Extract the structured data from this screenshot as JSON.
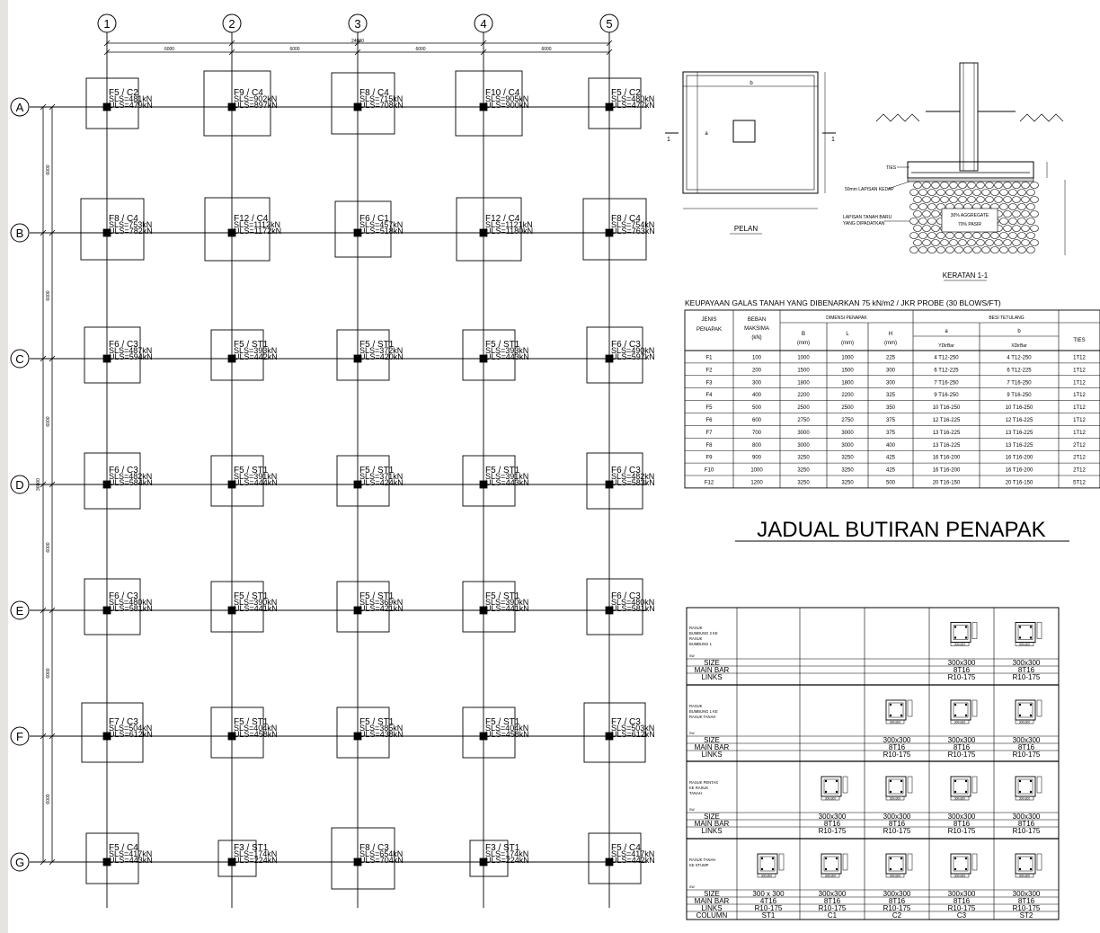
{
  "plan": {
    "grid_columns": [
      "1",
      "2",
      "3",
      "4",
      "5"
    ],
    "grid_rows": [
      "A",
      "B",
      "C",
      "D",
      "E",
      "F",
      "G"
    ],
    "total_span": "24000",
    "column_spacings": [
      "6000",
      "6000",
      "6000",
      "6000"
    ],
    "row_spacings": [
      "6000",
      "6000",
      "6000",
      "6000",
      "6000",
      "6000"
    ],
    "overall_height": "36000",
    "footings": [
      [
        {
          "title": "F5 / C2",
          "sls": "SLS=481kN",
          "uls": "ULS=479kN",
          "size": "F5"
        },
        {
          "title": "F9 / C4",
          "sls": "SLS=902kN",
          "uls": "ULS=897kN",
          "size": "F9"
        },
        {
          "title": "F8 / C4",
          "sls": "SLS=715kN",
          "uls": "ULS=708kN",
          "size": "F8"
        },
        {
          "title": "F10 / C4",
          "sls": "SLS=905kN",
          "uls": "ULS=900kN",
          "size": "F10"
        },
        {
          "title": "F5 / C2",
          "sls": "SLS=480kN",
          "uls": "ULS=477kN",
          "size": "F5"
        }
      ],
      [
        {
          "title": "F8 / C4",
          "sls": "SLS=753kN",
          "uls": "ULS=782kN",
          "size": "F8"
        },
        {
          "title": "F12 / C4",
          "sls": "SLS=1112kN",
          "uls": "ULS=1172kN",
          "size": "F12"
        },
        {
          "title": "F6 / C1",
          "sls": "SLS=457kN",
          "uls": "ULS=518kN",
          "size": "F6"
        },
        {
          "title": "F12 / C4",
          "sls": "SLS=1121kN",
          "uls": "ULS=1180kN",
          "size": "F12"
        },
        {
          "title": "F8 / C4",
          "sls": "SLS=754kN",
          "uls": "ULS=763kN",
          "size": "F8"
        }
      ],
      [
        {
          "title": "F6 / C3",
          "sls": "SLS=487kN",
          "uls": "ULS=594kN",
          "size": "F6"
        },
        {
          "title": "F5 / ST1",
          "sls": "SLS=393kN",
          "uls": "ULS=442kN",
          "size": "F5s"
        },
        {
          "title": "F5 / ST1",
          "sls": "SLS=372kN",
          "uls": "ULS=420kN",
          "size": "F5s"
        },
        {
          "title": "F5 / ST1",
          "sls": "SLS=393kN",
          "uls": "ULS=443kN",
          "size": "F5s"
        },
        {
          "title": "F6 / C3",
          "sls": "SLS=490kN",
          "uls": "ULS=597kN",
          "size": "F6"
        }
      ],
      [
        {
          "title": "F6 / C3",
          "sls": "SLS=482kN",
          "uls": "ULS=584kN",
          "size": "F6"
        },
        {
          "title": "F5 / ST1",
          "sls": "SLS=391kN",
          "uls": "ULS=444kN",
          "size": "F5s"
        },
        {
          "title": "F5 / ST1",
          "sls": "SLS=371kN",
          "uls": "ULS=424kN",
          "size": "F5s"
        },
        {
          "title": "F5 / ST1",
          "sls": "SLS=391kN",
          "uls": "ULS=443kN",
          "size": "F5s"
        },
        {
          "title": "F6 / C3",
          "sls": "SLS=482kN",
          "uls": "ULS=583kN",
          "size": "F6"
        }
      ],
      [
        {
          "title": "F6 / C3",
          "sls": "SLS=480kN",
          "uls": "ULS=581kN",
          "size": "F6"
        },
        {
          "title": "F5 / ST1",
          "sls": "SLS=390kN",
          "uls": "ULS=441kN",
          "size": "F5s"
        },
        {
          "title": "F5 / ST1",
          "sls": "SLS=369kN",
          "uls": "ULS=421kN",
          "size": "F5s"
        },
        {
          "title": "F5 / ST1",
          "sls": "SLS=390kN",
          "uls": "ULS=441kN",
          "size": "F5s"
        },
        {
          "title": "F6 / C3",
          "sls": "SLS=480kN",
          "uls": "ULS=581kN",
          "size": "F6"
        }
      ],
      [
        {
          "title": "F7 / C3",
          "sls": "SLS=504kN",
          "uls": "ULS=612kN",
          "size": "F7"
        },
        {
          "title": "F5 / ST1",
          "sls": "SLS=404kN",
          "uls": "ULS=458kN",
          "size": "F5s"
        },
        {
          "title": "F5 / ST1",
          "sls": "SLS=385kN",
          "uls": "ULS=438kN",
          "size": "F5s"
        },
        {
          "title": "F5 / ST1",
          "sls": "SLS=404kN",
          "uls": "ULS=458kN",
          "size": "F5s"
        },
        {
          "title": "F7 / C3",
          "sls": "SLS=503kN",
          "uls": "ULS=612kN",
          "size": "F7"
        }
      ],
      [
        {
          "title": "F5 / C4",
          "sls": "SLS=417kN",
          "uls": "ULS=443kN",
          "size": "F5"
        },
        {
          "title": "F3 / ST1",
          "sls": "SLS=174kN",
          "uls": "ULS=224kN",
          "size": "F3"
        },
        {
          "title": "F8 / C3",
          "sls": "SLS=654kN",
          "uls": "ULS=704kN",
          "size": "F8"
        },
        {
          "title": "F3 / ST1",
          "sls": "SLS=174kN",
          "uls": "ULS=224kN",
          "size": "F3"
        },
        {
          "title": "F5 / C4",
          "sls": "SLS=417kN",
          "uls": "ULS=442kN",
          "size": "F5"
        }
      ]
    ]
  },
  "details": {
    "plan_label": "PELAN",
    "section_label": "KERATAN 1-1",
    "section_marker": "1",
    "dim_a": "a",
    "dim_b": "b",
    "label_ties": "TIES",
    "label_blinding": "50mm LAPISAN KEDAP",
    "label_hardcore": "LAPISAN TANAH BARU",
    "label_hardcore_2": "YANG DIPADATKAN",
    "label_aggregate": "30% AGGREGATE",
    "label_sand": "70% PASIR"
  },
  "footing_schedule": {
    "note": "KEUPAYAAN GALAS TANAH YANG DIBENARKAN 75 kN/m2 / JKR PROBE (30 BLOWS/FT)",
    "title": "JADUAL BUTIRAN PENAPAK",
    "headers": {
      "type": "JENIS PENAPAK",
      "load": "BEBAN MAKSIMA (kN)",
      "dims_group": "DIMENSI PENAPAK",
      "b": "B (mm)",
      "l": "L (mm)",
      "h": "H (mm)",
      "rebar_group": "BESI TETULANG",
      "a": "a",
      "a_sub": "YDirBar",
      "bb": "b",
      "b_sub": "XDirBar",
      "ties": "TIES"
    },
    "rows": [
      [
        "F1",
        "100",
        "1000",
        "1000",
        "225",
        "4  T12-250",
        "4  T12-250",
        "1T12"
      ],
      [
        "F2",
        "200",
        "1500",
        "1500",
        "300",
        "6  T12-225",
        "6  T12-225",
        "1T12"
      ],
      [
        "F3",
        "300",
        "1800",
        "1800",
        "300",
        "7  T16-250",
        "7  T16-250",
        "1T12"
      ],
      [
        "F4",
        "400",
        "2200",
        "2200",
        "325",
        "9  T16-250",
        "9  T16-250",
        "1T12"
      ],
      [
        "F5",
        "500",
        "2500",
        "2500",
        "350",
        "10  T16-250",
        "10  T16-250",
        "1T12"
      ],
      [
        "F6",
        "600",
        "2750",
        "2750",
        "375",
        "12  T16-225",
        "12  T16-225",
        "1T12"
      ],
      [
        "F7",
        "700",
        "3000",
        "3000",
        "375",
        "13  T16-225",
        "13  T16-225",
        "1T12"
      ],
      [
        "F8",
        "800",
        "3000",
        "3000",
        "400",
        "13  T16-225",
        "13  T16-225",
        "2T12"
      ],
      [
        "F9",
        "900",
        "3250",
        "3250",
        "425",
        "16  T16-200",
        "16  T16-200",
        "2T12"
      ],
      [
        "F10",
        "1000",
        "3250",
        "3250",
        "425",
        "16  T16-200",
        "16  T16-200",
        "2T12"
      ],
      [
        "F12",
        "1200",
        "3250",
        "3250",
        "500",
        "20  T16-150",
        "20  T16-150",
        "5T12"
      ]
    ]
  },
  "column_schedule": {
    "groups": [
      {
        "label": [
          "RASUK",
          "BUMBUNG 2 KE",
          "RASUK",
          "BUMBUNG 1"
        ],
        "from_col": 3,
        "size": [
          "",
          "",
          "",
          "300x300",
          "300x300"
        ],
        "main": [
          "",
          "",
          "",
          "8T16",
          "8T16"
        ],
        "links": [
          "",
          "",
          "",
          "R10-175",
          "R10-175"
        ]
      },
      {
        "label": [
          "RASUK",
          "BUMBUNG 1 KE",
          "RASUK TANAH"
        ],
        "from_col": 2,
        "size": [
          "",
          "",
          "300x300",
          "300x300",
          "300x300"
        ],
        "main": [
          "",
          "",
          "8T16",
          "8T16",
          "8T16"
        ],
        "links": [
          "",
          "",
          "R10-175",
          "R10-175",
          "R10-175"
        ]
      },
      {
        "label": [
          "RASUK PENTAS",
          "KE RASUK",
          "TANAH"
        ],
        "from_col": 1,
        "size": [
          "",
          "300x300",
          "300x300",
          "300x300",
          "300x300"
        ],
        "main": [
          "",
          "8T16",
          "8T16",
          "8T16",
          "8T16"
        ],
        "links": [
          "",
          "R10-175",
          "R10-175",
          "R10-175",
          "R10-175"
        ]
      },
      {
        "label": [
          "RASUK TANAH",
          "KE STUMP"
        ],
        "from_col": 0,
        "size": [
          "300 x 300",
          "300x300",
          "300x300",
          "300x300",
          "300x300"
        ],
        "main": [
          "4T16",
          "8T16",
          "8T16",
          "8T16",
          "8T16"
        ],
        "links": [
          "R10-175",
          "R10-175",
          "R10-175",
          "R10-175",
          "R10-175"
        ]
      }
    ],
    "row_labels": {
      "size": "SIZE",
      "main": "MAIN BAR",
      "links": "LINKS",
      "column": "COLUMN"
    },
    "columns": [
      "ST1",
      "C1",
      "C2",
      "C3",
      "ST2"
    ],
    "section_caption": "300x300"
  }
}
